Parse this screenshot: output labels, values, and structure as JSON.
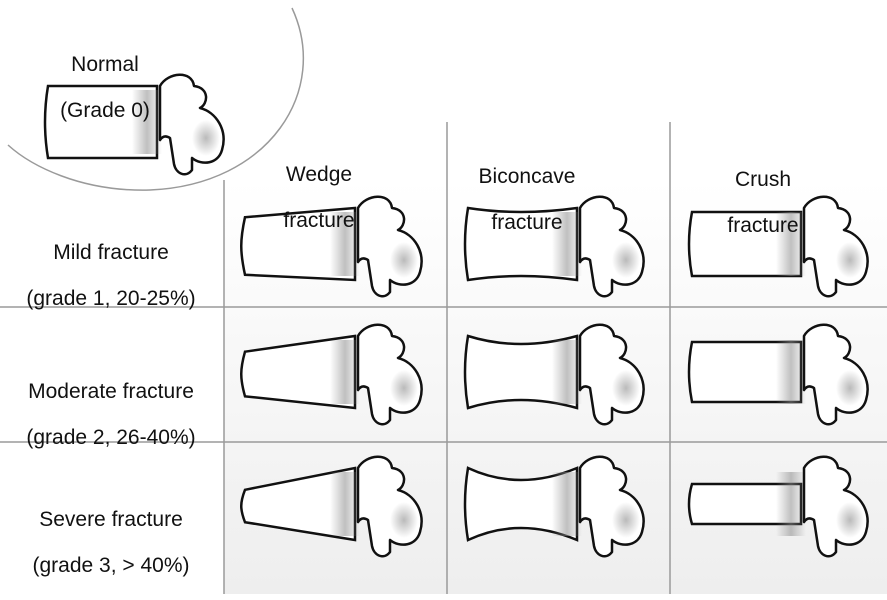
{
  "normal": {
    "title": "Normal",
    "subtitle": "(Grade 0)"
  },
  "columns": [
    {
      "line1": "Wedge",
      "line2": "fracture"
    },
    {
      "line1": "Biconcave",
      "line2": "fracture"
    },
    {
      "line1": "Crush",
      "line2": "fracture"
    }
  ],
  "rows": [
    {
      "line1": "Mild fracture",
      "line2": "(grade 1, 20-25%)"
    },
    {
      "line1": "Moderate fracture",
      "line2": "(grade 2, 26-40%)"
    },
    {
      "line1": "Severe fracture",
      "line2": "(grade 3, > 40%)"
    }
  ],
  "colors": {
    "grid": "#9a9a9a",
    "outline": "#111111",
    "shade": "#8c8c8c"
  }
}
